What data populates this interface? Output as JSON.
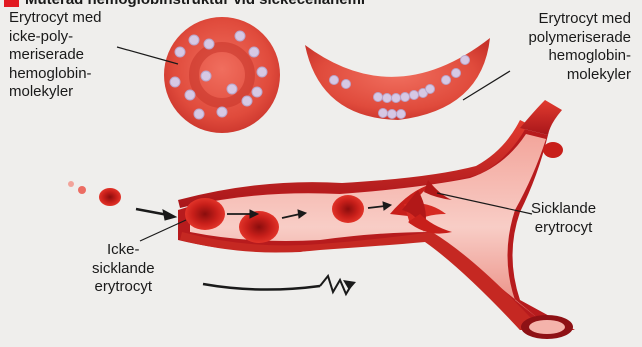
{
  "header": {
    "title": "Muterad hemoglobinstruktur vid sickecellanemi",
    "accent_color": "#e21a22"
  },
  "labels": {
    "normal_rbc": [
      "Erytrocyt med",
      "icke-poly-",
      "meriserade",
      "hemoglobin-",
      "molekyler"
    ],
    "sickle_rbc": [
      "Erytrocyt med",
      "polymeriserade",
      "hemoglobin-",
      "molekyler"
    ],
    "non_sickling": [
      "Icke-",
      "sicklande",
      "erytrocyt"
    ],
    "sickling": [
      "Sicklande",
      "erytrocyt"
    ]
  },
  "colors": {
    "background": "#efeeec",
    "cell_red": "#d42a22",
    "cell_light": "#f26a5a",
    "vessel_pink": "#f4b3ab",
    "hemoglobin": "#d8c7e3"
  }
}
